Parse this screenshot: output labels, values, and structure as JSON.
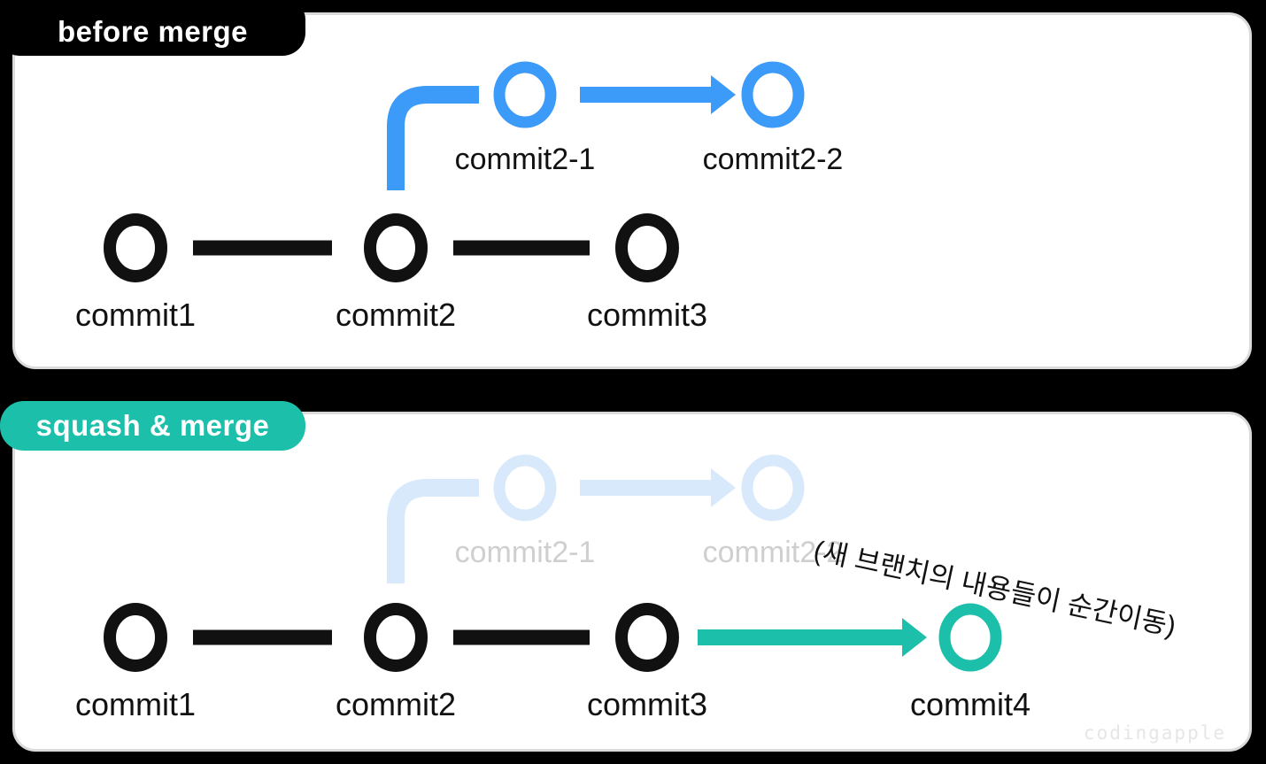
{
  "title": "git merge diagram",
  "colors": {
    "background": "#000000",
    "panel_bg": "#ffffff",
    "panel_border": "#dadada",
    "node_black": "#111111",
    "branch_blue": "#3c9af8",
    "branch_blue_faded": "#d8e9fc",
    "faded_label_gray": "#cfcfcf",
    "merge_teal": "#1cbfaa",
    "badge_before_bg": "#000000",
    "badge_squash_bg": "#1cbfaa",
    "badge_text": "#ffffff",
    "watermark_gray": "#e6e6e6"
  },
  "panels": [
    {
      "badge": "before merge",
      "commit_labels": [
        "commit1",
        "commit2",
        "commit3"
      ],
      "branch_labels": [
        "commit2-1",
        "commit2-2"
      ]
    },
    {
      "badge": "squash & merge",
      "commit_labels": [
        "commit1",
        "commit2",
        "commit3",
        "commit4"
      ],
      "branch_labels": [
        "commit2-1",
        "commit2-2"
      ],
      "annotation": "(새 브랜치의 내용들이 순간이동)",
      "watermark": "codingapple"
    }
  ]
}
